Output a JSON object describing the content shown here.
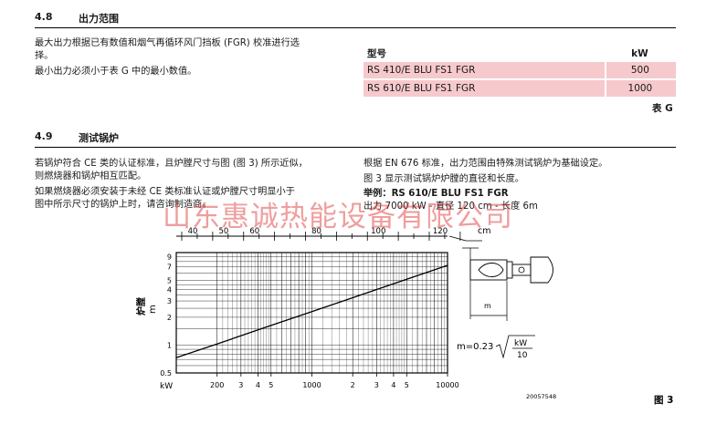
{
  "section_48": {
    "number": "4.8",
    "title": "出力范围",
    "para1_line1": "最大出力根据已有数值和烟气再循环风门挡板 (FGR) 校准进行选",
    "para1_line2": "择。",
    "para2": "最小出力必须小于表 G 中的最小数值。"
  },
  "table_g": {
    "headers": [
      "型号",
      "kW"
    ],
    "rows": [
      [
        "RS 410/E BLU FS1 FGR",
        "500"
      ],
      [
        "RS 610/E BLU FS1 FGR",
        "1000"
      ]
    ],
    "caption": "表 G"
  },
  "section_49": {
    "number": "4.9",
    "title": "测试锅炉",
    "left_p1_l1": "若锅炉符合 CE 类的认证标准，且炉膛尺寸与图 (图 3) 所示近似，",
    "left_p1_l2": "则燃烧器和锅炉相互匹配。",
    "left_p2_l1": "如果燃烧器必须安装于未经 CE 类标准认证或炉膛尺寸明显小于",
    "left_p2_l2": "图中所示尺寸的锅炉上时，请咨询制造商。",
    "right_l1": "根据 EN 676 标准，出力范围由特殊测试锅炉为基础设定。",
    "right_l2": "图 3 显示测试锅炉炉膛的直径和长度。",
    "right_ex_label": "举例：",
    "right_ex_model": "RS 610/E BLU FS1 FGR",
    "right_l4": "出力 7000 kW - 直径 120 cm - 长度 6m"
  },
  "watermark": "山东惠诚热能设备有限公司",
  "figure": {
    "caption": "图 3",
    "code": "20057548",
    "ylabel_cn": "炉膛",
    "ylabel_unit": "m",
    "top_unit": "cm",
    "x_unit": "kW",
    "formula_prefix": "m=0.23",
    "formula_num": "kW",
    "formula_den": "10",
    "dim_label": "ø",
    "len_label": "m"
  },
  "chart_data": {
    "type": "line",
    "x_scale": "log",
    "y_scale": "log",
    "xlim": [
      100,
      10000
    ],
    "ylim": [
      0.5,
      10
    ],
    "xlabel": "kW",
    "ylabel": "炉膛 m",
    "x_ticks": [
      "200",
      "3",
      "4",
      "5",
      "1000",
      "2",
      "3",
      "4",
      "5",
      "10000"
    ],
    "x_tick_values": [
      200,
      300,
      400,
      500,
      1000,
      2000,
      3000,
      4000,
      5000,
      10000
    ],
    "y_ticks": [
      "9",
      "7",
      "5",
      "4",
      "3",
      "2",
      "1",
      "0.5"
    ],
    "y_tick_values": [
      9,
      7,
      5,
      4,
      3,
      2,
      1,
      0.5
    ],
    "top_axis": {
      "label": "cm",
      "ticks": [
        "40",
        "50",
        "60",
        "80",
        "100",
        "120"
      ],
      "tick_values": [
        40,
        50,
        60,
        80,
        100,
        120
      ]
    },
    "series": [
      {
        "x": [
          100,
          200,
          500,
          1000,
          2000,
          5000,
          10000
        ],
        "y": [
          0.73,
          1.03,
          1.63,
          2.3,
          3.25,
          5.14,
          7.27
        ]
      }
    ],
    "grid": true
  },
  "colors": {
    "table_fill": "#f6c9cc",
    "watermark": "#dc2828"
  }
}
